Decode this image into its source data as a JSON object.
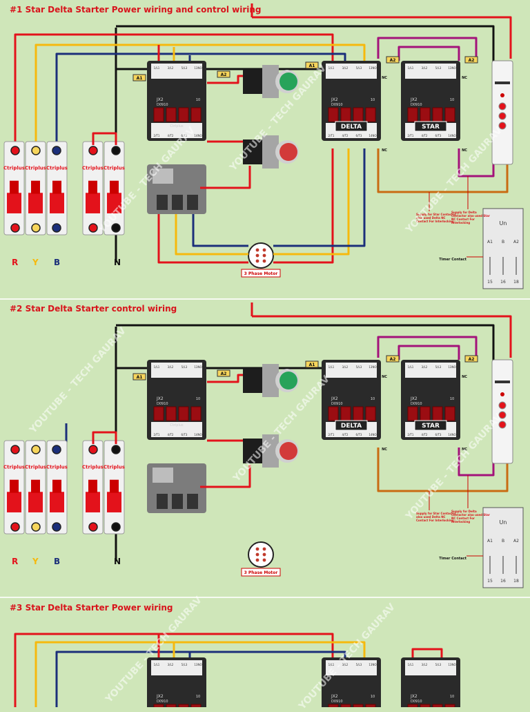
{
  "sections": [
    {
      "title": "#1 Star Delta Starter Power wiring and control wiring"
    },
    {
      "title": "#2 Star Delta Starter control wiring"
    },
    {
      "title": "#3 Star Delta Starter Power wiring"
    }
  ],
  "watermark": "YOUTUBE - TECH GAURAV",
  "brand": "Ctriplus",
  "contactor": {
    "model1": "JX2",
    "model2": "D0910",
    "rating": "10"
  },
  "contactor_labels": {
    "delta": "DELTA",
    "star": "STAR"
  },
  "terminals": {
    "a1": "A1",
    "a2": "A2",
    "nc": "NC",
    "top": [
      "1/L1",
      "3/L2",
      "5/L3",
      "13NO"
    ],
    "bottom": [
      "2/T1",
      "4/T2",
      "6/T3",
      "14NO"
    ]
  },
  "phases": {
    "r": "R",
    "y": "Y",
    "b": "B",
    "n": "N"
  },
  "motor_label": "3 Phase Motor",
  "timer": {
    "un": "Un",
    "a1": "A1",
    "b": "B",
    "a2": "A2",
    "t15": "15",
    "t16": "16",
    "t18": "18",
    "contact_label": "Timer Contact"
  },
  "notes": {
    "star_supply": "Supply for Star Contactor also used Delta NC Contact For Interlocking",
    "delta_supply": "Supply for Delta Contactor also used Star NC Contact For Interlocking"
  },
  "colors": {
    "red": "#e3121b",
    "yellow": "#f6b90d",
    "blue": "#1b2f7a",
    "black": "#111111",
    "purple": "#a3127a",
    "orange": "#c96b12",
    "bg": "#cfe6b9"
  }
}
